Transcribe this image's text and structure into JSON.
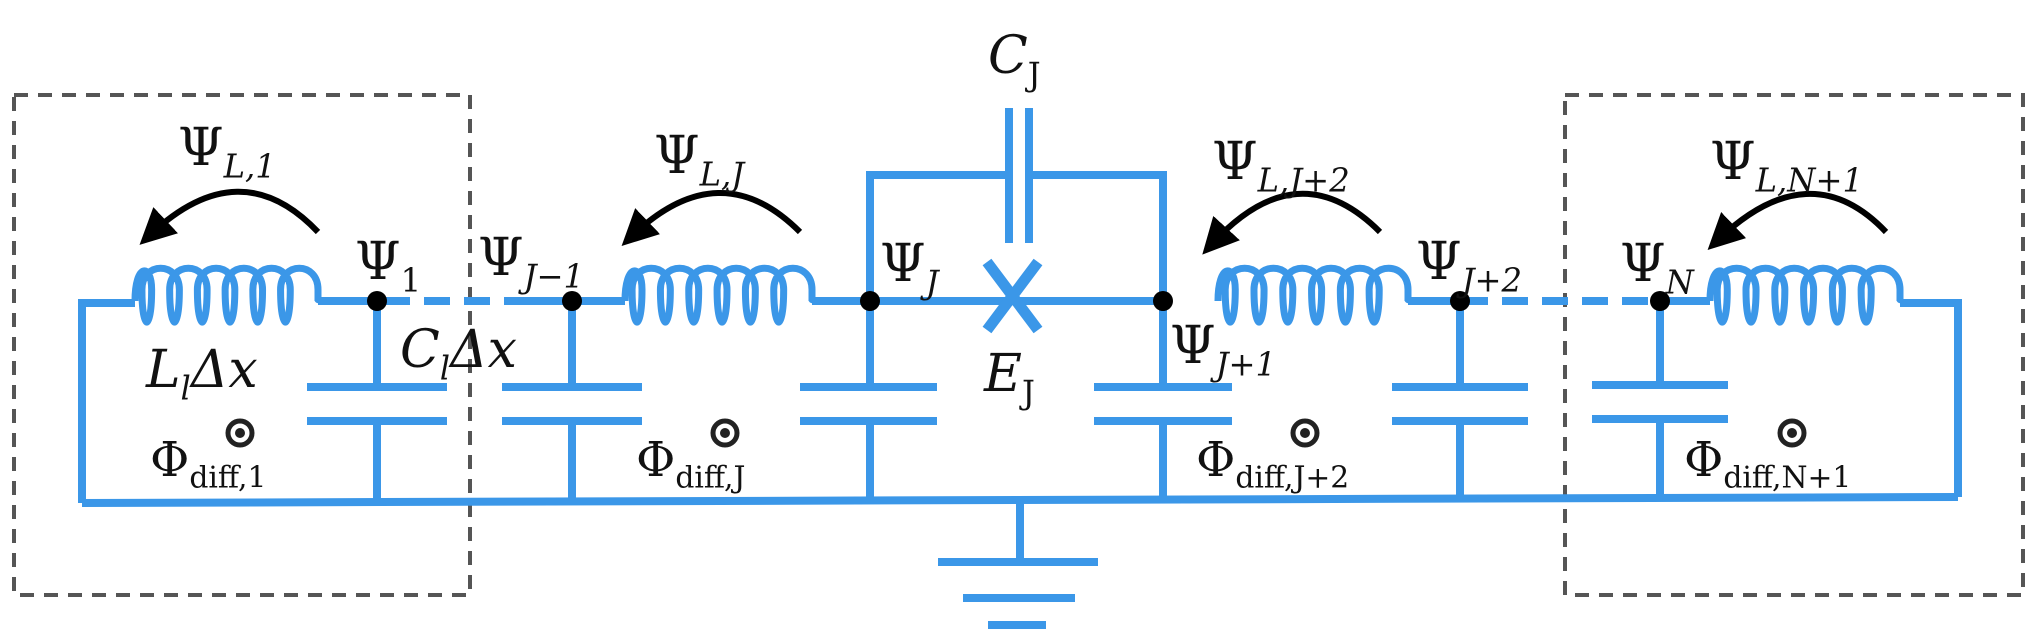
{
  "colors": {
    "wire": "#3b97e8",
    "node": "#000000",
    "arrow": "#000000",
    "box": "#555555",
    "text": "#111111",
    "background": "#ffffff"
  },
  "labels": {
    "cj": {
      "base": "C",
      "sub": "J"
    },
    "ej": {
      "base": "E",
      "sub": "J"
    },
    "psi_l1": {
      "base": "Ψ",
      "sub": "L,1"
    },
    "psi_lj": {
      "base": "Ψ",
      "sub": "L,J"
    },
    "psi_lj2": {
      "base": "Ψ",
      "sub": "L,J+2"
    },
    "psi_ln1": {
      "base": "Ψ",
      "sub": "L,N+1"
    },
    "psi_1": {
      "base": "Ψ",
      "sub": "1"
    },
    "psi_jm1": {
      "base": "Ψ",
      "sub": "J−1"
    },
    "psi_j": {
      "base": "Ψ",
      "sub": "J"
    },
    "psi_j1": {
      "base": "Ψ",
      "sub": "J+1"
    },
    "psi_j2": {
      "base": "Ψ",
      "sub": "J+2"
    },
    "psi_n": {
      "base": "Ψ",
      "sub": "N"
    },
    "l_dx": {
      "base": "L",
      "sub": "l",
      "tail": "Δx"
    },
    "c_dx": {
      "base": "C",
      "sub": "l",
      "tail": "Δx"
    },
    "phi_1": {
      "base": "Φ",
      "sub": "diff,1"
    },
    "phi_j": {
      "base": "Φ",
      "sub": "diff,J"
    },
    "phi_j2": {
      "base": "Φ",
      "sub": "diff,J+2"
    },
    "phi_n1": {
      "base": "Φ",
      "sub": "diff,N+1"
    }
  },
  "icons": {
    "flux_marker": "dot-in-circle-icon",
    "junction": "josephson-cross-icon",
    "ground": "ground-icon"
  }
}
